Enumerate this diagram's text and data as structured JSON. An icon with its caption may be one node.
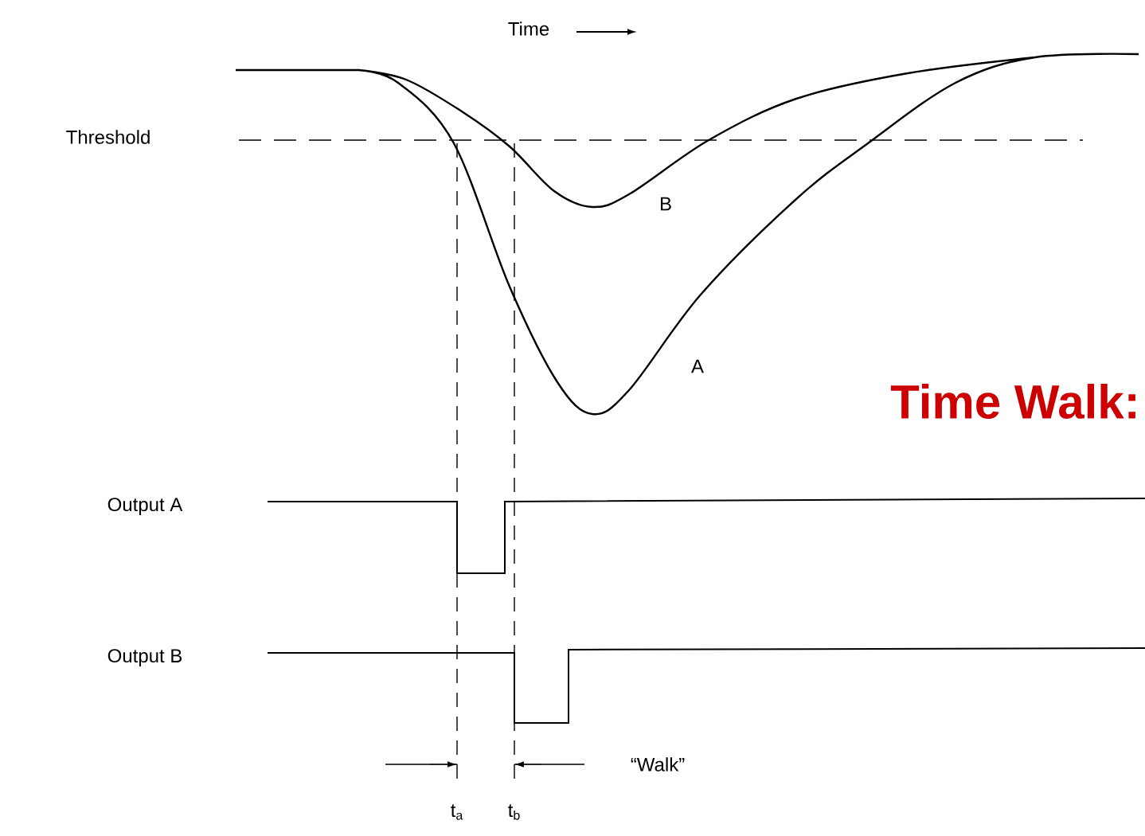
{
  "diagram": {
    "title": "Time Walk:",
    "labels": [
      "Time",
      "Threshold",
      "B",
      "A",
      "Output A",
      "Output B",
      "“Walk”",
      "t$_{a}$",
      "t$_{b}$"
    ]
  }
}
